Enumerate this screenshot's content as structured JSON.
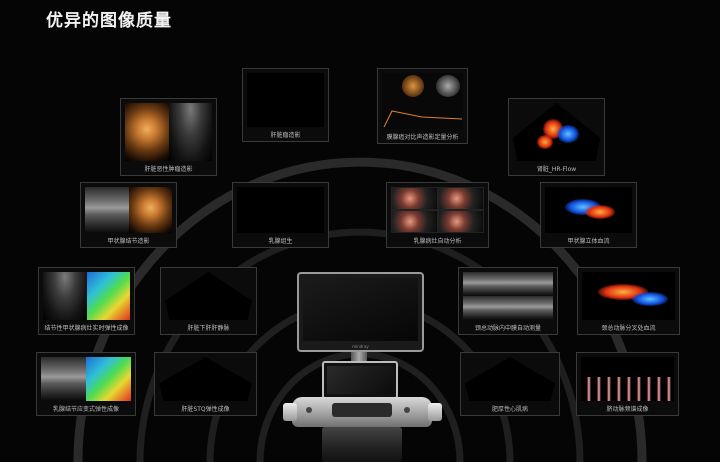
{
  "page": {
    "title": "优异的图像质量"
  },
  "device": {
    "brand": "mindray"
  },
  "images": [
    {
      "id": "3d",
      "caption": "肝脏瘤造影"
    },
    {
      "id": "hcc",
      "caption": "肝脏恶性肿瘤造影"
    },
    {
      "id": "cv",
      "caption": "膜腺癌对比声造影定量分析"
    },
    {
      "id": "flow",
      "caption": "肾脏_HR-Flow"
    },
    {
      "id": "thyroid_ce",
      "caption": "甲状腺结节造影"
    },
    {
      "id": "breast",
      "caption": "乳腺组生"
    },
    {
      "id": "breast_auto",
      "caption": "乳腺病灶自动分析"
    },
    {
      "id": "thyroid_3d",
      "caption": "甲状腺立体血流"
    },
    {
      "id": "thyroid_se",
      "caption": "结节性甲状腺病灶实时弹性成像"
    },
    {
      "id": "liver",
      "caption": "肝脏下肝肝静脉"
    },
    {
      "id": "carotid_imt",
      "caption": "颈总动脉内中膜自动测量"
    },
    {
      "id": "carotid_bif",
      "caption": "颈总动脉分叉处血流"
    },
    {
      "id": "breast_se",
      "caption": "乳腺结节应变式弹性成像"
    },
    {
      "id": "liver_stq",
      "caption": "肝脏STQ弹性成像"
    },
    {
      "id": "cardiac",
      "caption": "肥厚性心肌病"
    },
    {
      "id": "fetal",
      "caption": "脐动脉频谱成像"
    }
  ]
}
